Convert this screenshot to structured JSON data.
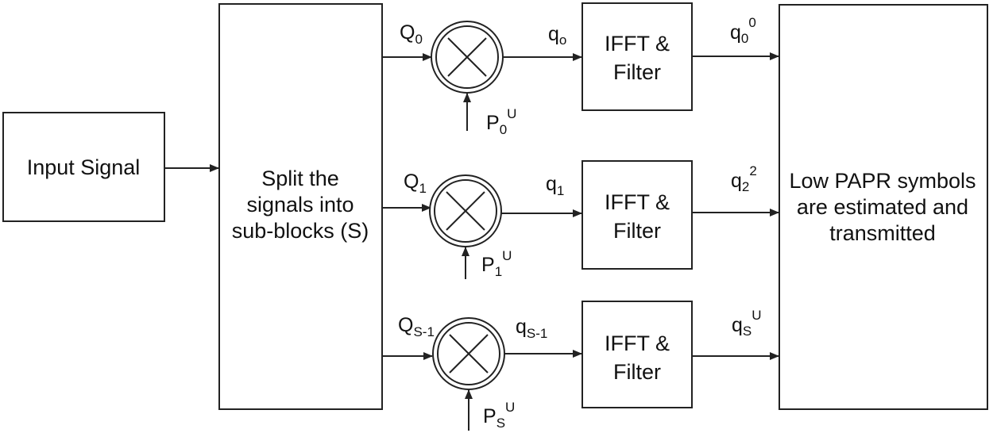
{
  "blocks": {
    "input": "Input Signal",
    "split": [
      "Split the",
      "signals into",
      "sub-blocks (S)"
    ],
    "ifft": [
      "IFFT &",
      "Filter"
    ],
    "output": [
      "Low PAPR symbols",
      "are estimated and",
      "transmitted"
    ]
  },
  "branches": [
    {
      "in_label": {
        "base": "Q",
        "sub": "0"
      },
      "phase_label": {
        "base": "P",
        "sub": "0",
        "sup": "U"
      },
      "mid_label": {
        "base": "q",
        "sub": "o"
      },
      "out_label": {
        "base": "q",
        "sub": "0",
        "sup": "0"
      }
    },
    {
      "in_label": {
        "base": "Q",
        "sub": "1"
      },
      "phase_label": {
        "base": "P",
        "sub": "1",
        "sup": "U"
      },
      "mid_label": {
        "base": "q",
        "sub": "1"
      },
      "out_label": {
        "base": "q",
        "sub": "2",
        "sup": "2"
      }
    },
    {
      "in_label": {
        "base": "Q",
        "sub": "S-1"
      },
      "phase_label": {
        "base": "P",
        "sub": "S",
        "sup": "U"
      },
      "mid_label": {
        "base": "q",
        "sub": "S-1"
      },
      "out_label": {
        "base": "q",
        "sub": "S",
        "sup": "U"
      }
    }
  ],
  "colors": {
    "line": "#222222",
    "fill": "#ffffff",
    "text": "#111111"
  },
  "icons": [
    "multiplier-icon"
  ]
}
